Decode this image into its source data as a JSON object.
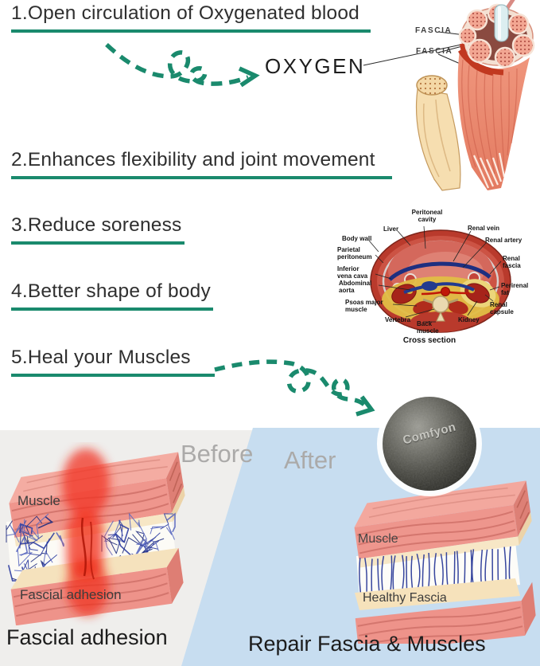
{
  "colors": {
    "accent": "#1a8a6d",
    "panel_gray": "#efeeec",
    "panel_blue": "#c7ddf0"
  },
  "benefits": [
    {
      "label": "1.Open circulation of Oxygenated blood"
    },
    {
      "label": "2.Enhances flexibility and joint movement"
    },
    {
      "label": "3.Reduce soreness"
    },
    {
      "label": "4.Better shape of body"
    },
    {
      "label": "5.Heal your Muscles"
    }
  ],
  "hero": {
    "oxygen_label": "OXYGEN",
    "fascia_label_1": "FASCIA",
    "fascia_label_2": "FASCIA"
  },
  "abdomen": {
    "caption": "Cross section",
    "labels": {
      "peritoneal_cavity": "Peritoneal cavity",
      "liver": "Liver",
      "renal_vein": "Renal vein",
      "renal_artery": "Renal artery",
      "body_wall": "Body wall",
      "parietal_peritoneum": "Parietal peritoneum",
      "inferior_vena_cava": "Inferior vena cava",
      "renal_fascia": "Renal fascia",
      "abdominal_aorta": "Abdominal aorta",
      "psoas_major_muscle": "Psoas major muscle",
      "vertebra": "Vertebra",
      "back_muscle": "Back muscle",
      "kidney": "Kidney",
      "perirenal_fat": "Perirenal fat",
      "renal_capsule": "Renal capsule"
    }
  },
  "comparison": {
    "before_label": "Before",
    "after_label": "After",
    "before": {
      "muscle_label": "Muscle",
      "adhesion_label": "Fascial adhesion",
      "caption": "Fascial adhesion"
    },
    "after": {
      "muscle_label": "Muscle",
      "fascia_label": "Healthy Fascia",
      "caption": "Repair Fascia & Muscles"
    },
    "ball_brand": "Comfyon"
  }
}
